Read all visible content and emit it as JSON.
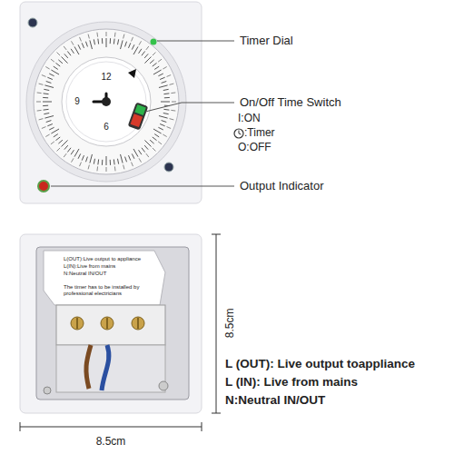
{
  "diagram": {
    "labels": [
      "Timer Dial",
      "On/Off Time Switch",
      "I:ON",
      ":Timer",
      "O:OFF",
      "Output Indicator",
      "8.5cm",
      "L(OUT):Live output to appliance",
      "L(IN):Live from mains",
      "N:Neutral IN/OUT",
      "The timer has to be installed by professional electricians",
      "L (OUT): Live output toappliance",
      "L (IN): Live from mains",
      "N:Neutral IN/OUT",
      "8.5cm",
      "12",
      "9",
      "6"
    ]
  }
}
